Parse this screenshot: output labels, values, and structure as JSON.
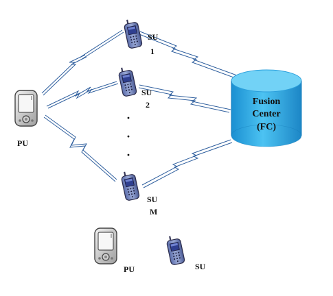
{
  "diagram": {
    "pu_label": "PU",
    "su1_label_top": "SU",
    "su1_label_bottom": "1",
    "su2_label_top": "SU",
    "su2_label_bottom": "2",
    "sum_label_top": "SU",
    "sum_label_bottom": "M",
    "fc_line1": "Fusion",
    "fc_line2": "Center",
    "fc_line3": "(FC)",
    "ellipsis_dots": "·",
    "legend": {
      "pu_label": "PU",
      "su_label": "SU"
    }
  },
  "colors": {
    "link_line": "#2f5f9e",
    "cylinder_body": "#2aa7e6",
    "cylinder_top": "#6fd0f6",
    "phone_body": "#7a8ec0",
    "phone_screen": "#3b4fa0",
    "pda_body": "#d9d9d9"
  }
}
